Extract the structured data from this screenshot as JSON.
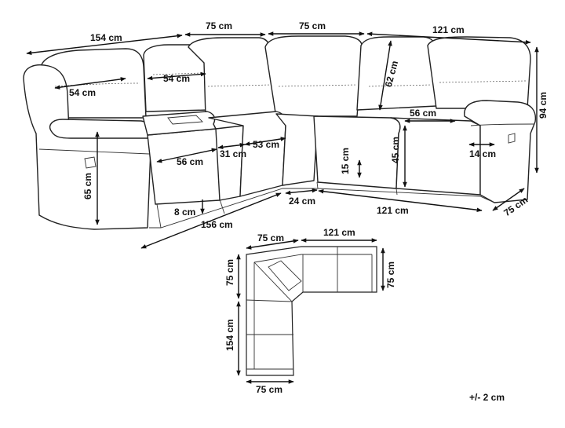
{
  "front_view": {
    "top_left_width": "154 cm",
    "top_corner_left": "75 cm",
    "top_corner_right": "75 cm",
    "top_right_width": "121 cm",
    "total_height": "94 cm",
    "backrest_left": "54 cm",
    "backrest_console": "54 cm",
    "backrest_right": "62 cm",
    "seat_right_width": "56 cm",
    "arm_width": "14 cm",
    "seat_height": "45 cm",
    "seat_cushion_thickness": "15 cm",
    "side_height": "65 cm",
    "seat_left_width": "56 cm",
    "console_width": "31 cm",
    "seat_mid_width": "53 cm",
    "leg_height": "8 cm",
    "bottom_left_width": "156 cm",
    "corner_bottom": "24 cm",
    "bottom_right_width": "121 cm",
    "bottom_right_depth": "75 cm"
  },
  "plan_view": {
    "top_corner": "75 cm",
    "top_right": "121 cm",
    "right_depth": "75 cm",
    "left_corner": "75 cm",
    "left_length": "154 cm",
    "bottom_depth": "75 cm"
  },
  "tolerance": "+/- 2 cm"
}
